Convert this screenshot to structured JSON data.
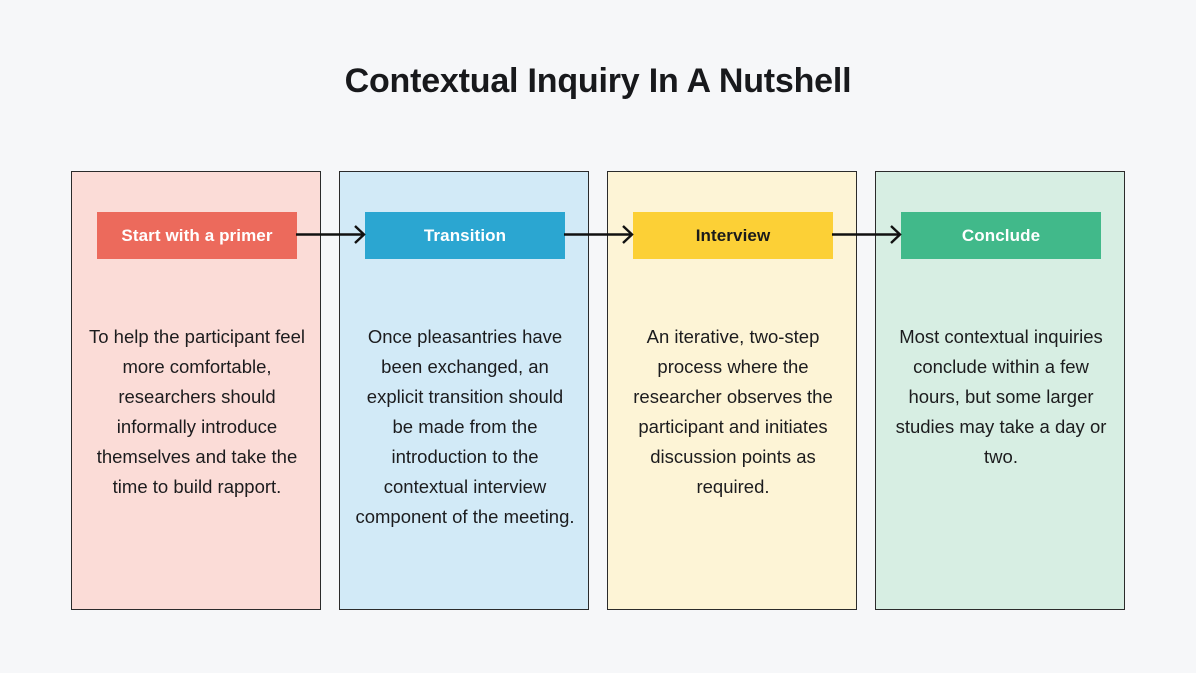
{
  "page": {
    "title": "Contextual Inquiry In A Nutshell",
    "background_color": "#f6f7f9",
    "title_color": "#18191c"
  },
  "diagram": {
    "type": "horizontal-process-flow",
    "step_count": 4,
    "connector": "arrow-right",
    "steps": [
      {
        "index": 1,
        "header": "Start with a primer",
        "body": "To help the participant feel more comfortable, researchers should informally introduce themselves and take the time to build rapport.",
        "header_color": "#ec6a5c",
        "header_text_color": "#ffffff",
        "card_color": "#fbdcd7"
      },
      {
        "index": 2,
        "header": "Transition",
        "body": "Once pleasantries have been exchanged, an explicit transition should be made from the introduction to the contextual interview component of the meeting.",
        "header_color": "#2ba6d1",
        "header_text_color": "#ffffff",
        "card_color": "#d2eaf7"
      },
      {
        "index": 3,
        "header": "Interview",
        "body": "An iterative, two-step process where the researcher observes the participant and initiates discussion points as required.",
        "header_color": "#fcd036",
        "header_text_color": "#1b1b1b",
        "card_color": "#fdf4d6"
      },
      {
        "index": 4,
        "header": "Conclude",
        "body": "Most contextual inquiries conclude within a few hours, but some larger studies may take a day or two.",
        "header_color": "#41b98a",
        "header_text_color": "#ffffff",
        "card_color": "#d7eee3"
      }
    ]
  }
}
